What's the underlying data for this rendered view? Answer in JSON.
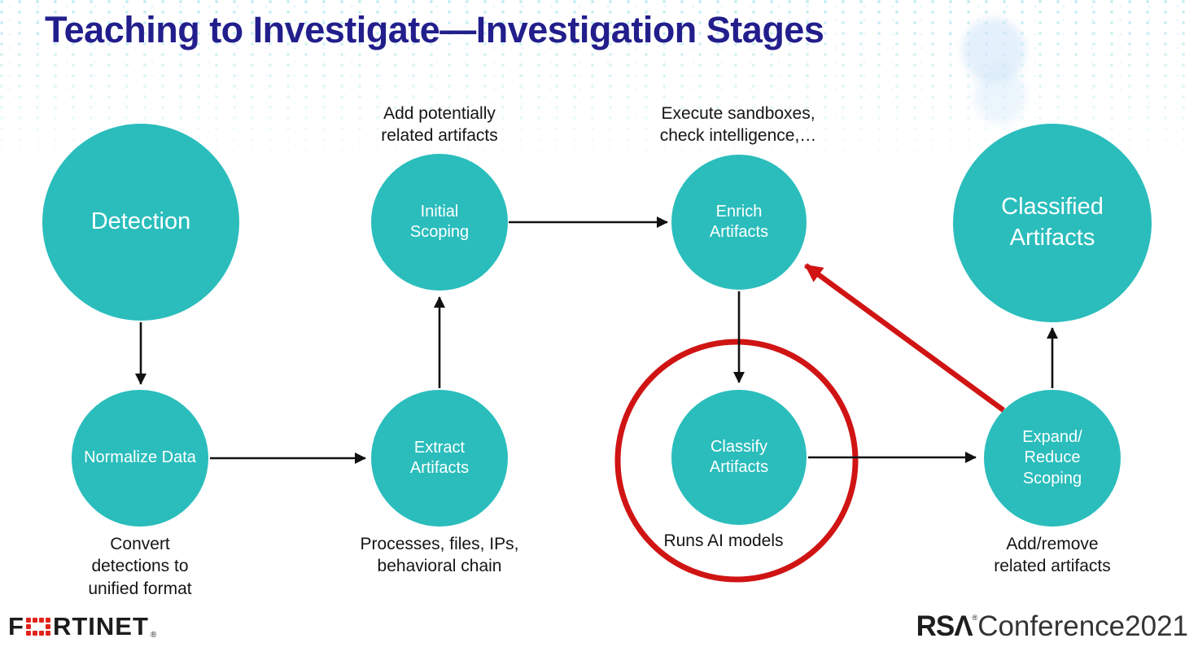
{
  "slide": {
    "title": "Teaching to Investigate—Investigation Stages"
  },
  "colors": {
    "teal": "#2abdbc",
    "title_blue": "#221e8c",
    "red": "#d01414",
    "fortinet_red": "#e2231a"
  },
  "nodes": {
    "detection": {
      "label": "Detection"
    },
    "initial_scoping": {
      "label": "Initial\nScoping"
    },
    "enrich_artifacts": {
      "label": "Enrich\nArtifacts"
    },
    "classified_artifacts": {
      "label": "Classified\nArtifacts"
    },
    "normalize_data": {
      "label": "Normalize Data"
    },
    "extract_artifacts": {
      "label": "Extract\nArtifacts"
    },
    "classify_artifacts": {
      "label": "Classify\nArtifacts"
    },
    "expand_reduce_scoping": {
      "label": "Expand/\nReduce\nScoping"
    }
  },
  "annotations": {
    "initial_scoping_note": "Add potentially\nrelated artifacts",
    "enrich_note": "Execute sandboxes,\ncheck intelligence,…",
    "normalize_note": "Convert\ndetections to\nunified format",
    "extract_note": "Processes, files, IPs,\nbehavioral chain",
    "classify_note": "Runs AI models",
    "expand_note": "Add/remove\nrelated artifacts"
  },
  "footer": {
    "fortinet_f": "F",
    "fortinet_rest": "RTINET",
    "fortinet_reg": "®",
    "rsa_bold": "RSΛ",
    "rsa_reg": "®",
    "rsa_rest": "Conference2021"
  }
}
